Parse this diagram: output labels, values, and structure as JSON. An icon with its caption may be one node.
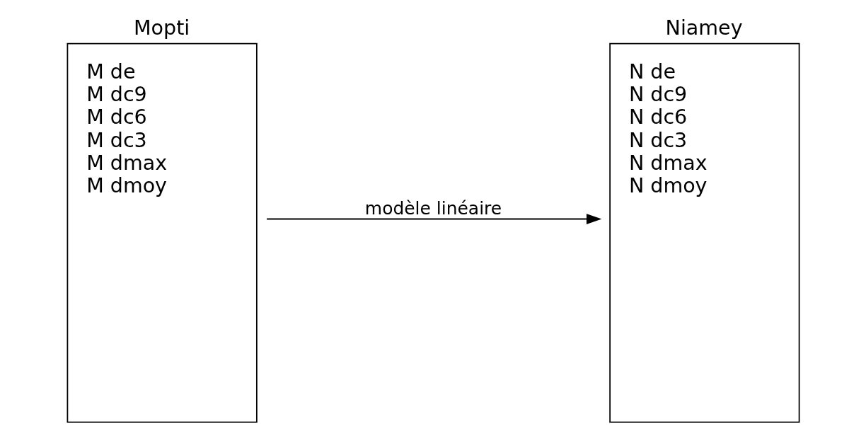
{
  "diagram": {
    "nodes": [
      {
        "text": [
          "Mopti",
          "M de",
          "M dc9",
          "M dc6",
          "M dc3",
          "M dmax",
          "M dmoy"
        ]
      },
      {
        "text": [
          "Niamey",
          "N de",
          "N dc9",
          "N dc6",
          "N dc3",
          "N dmax",
          "N dmoy"
        ]
      }
    ],
    "edges": [
      {
        "from": 0,
        "to": 1,
        "arrow": "to",
        "label": "modèle linéaire"
      }
    ]
  }
}
